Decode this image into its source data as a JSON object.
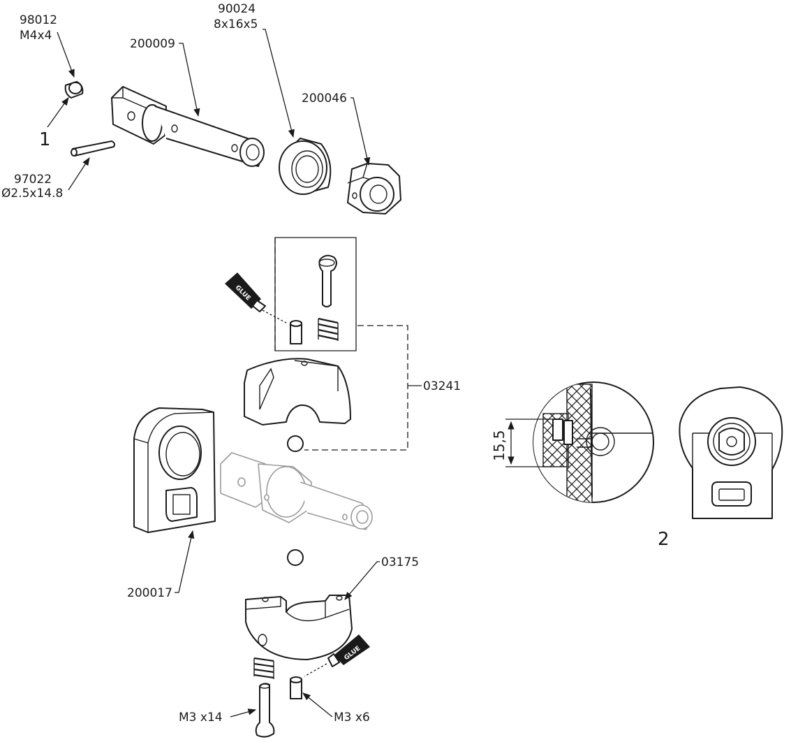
{
  "title": "",
  "callouts": {
    "set_screw": "98012",
    "set_screw_size": "M4x4",
    "shaft": "200009",
    "bearing": "90024",
    "bearing_size": "8x16x5",
    "nut": "200046",
    "pin": "97022",
    "pin_size": "Ø2.5x14.8",
    "clamp_kit": "03241",
    "bracket": "200017",
    "lower_clamp": "03175",
    "screw": "M3 x14",
    "insert": "M3 x6"
  },
  "step_labels": {
    "step1": "1",
    "step2": "2"
  },
  "dimension": {
    "height": "15,5"
  },
  "glue_label": "GLUE"
}
